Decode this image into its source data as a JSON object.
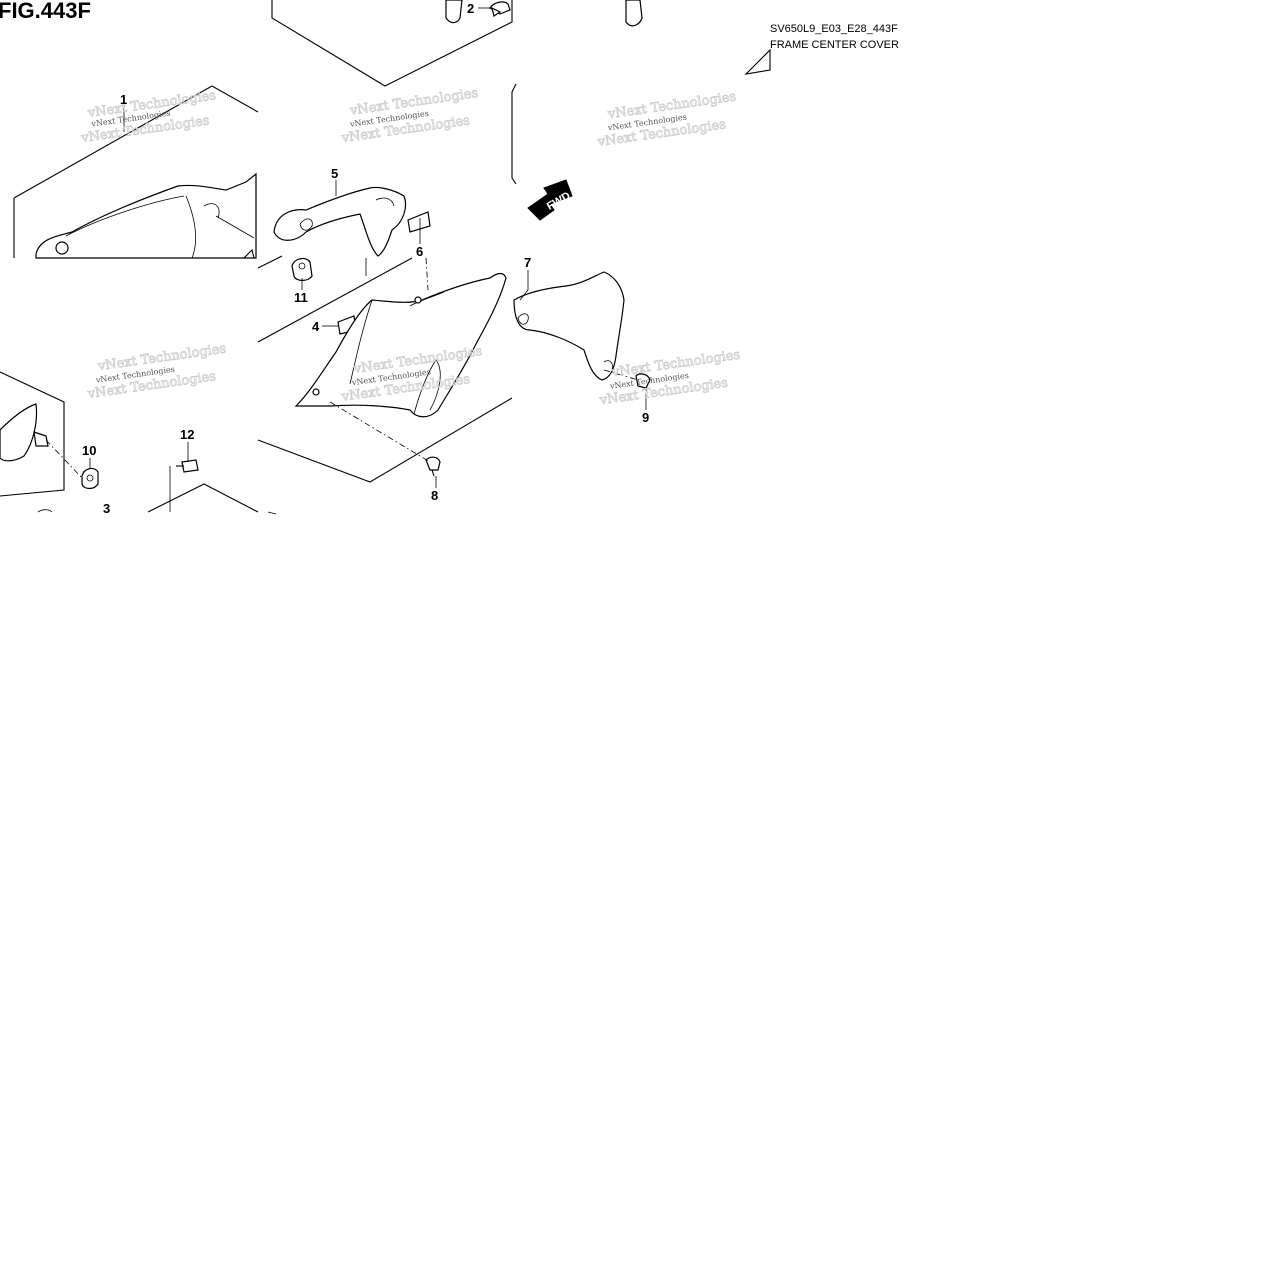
{
  "figure": {
    "title": "FIG.443F",
    "model_code": "SV650L9_E03_E28_443F",
    "section_name": "FRAME CENTER COVER"
  },
  "watermark": {
    "text": "vNext Technologies"
  },
  "direction_badge": {
    "label": "FWD"
  },
  "callouts": [
    {
      "id": "c1",
      "label": "1"
    },
    {
      "id": "c2",
      "label": "2"
    },
    {
      "id": "c3",
      "label": "3"
    },
    {
      "id": "c4",
      "label": "4"
    },
    {
      "id": "c5",
      "label": "5"
    },
    {
      "id": "c6",
      "label": "6"
    },
    {
      "id": "c7",
      "label": "7"
    },
    {
      "id": "c8",
      "label": "8"
    },
    {
      "id": "c9",
      "label": "9"
    },
    {
      "id": "c10",
      "label": "10"
    },
    {
      "id": "c11",
      "label": "11"
    },
    {
      "id": "c12",
      "label": "12"
    }
  ]
}
